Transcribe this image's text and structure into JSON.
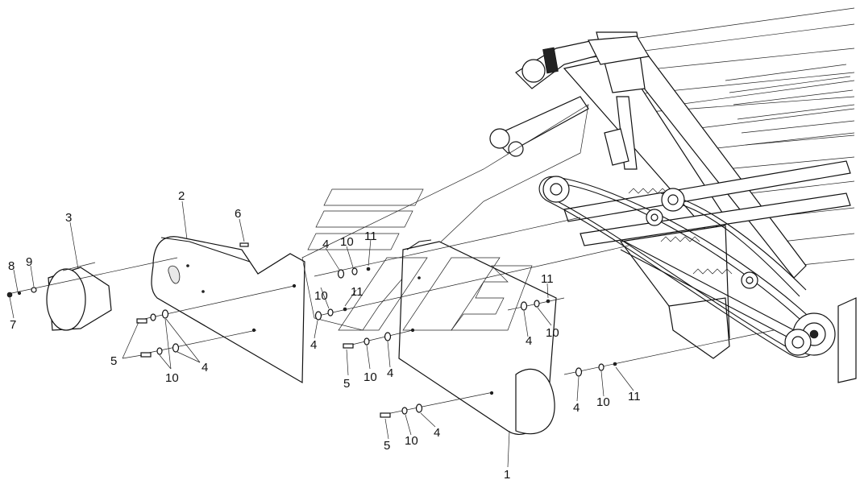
{
  "callouts": [
    {
      "id": "c1",
      "text": "1"
    },
    {
      "id": "c2",
      "text": "2"
    },
    {
      "id": "c3",
      "text": "3"
    },
    {
      "id": "c4a",
      "text": "4"
    },
    {
      "id": "c4b",
      "text": "4"
    },
    {
      "id": "c4c",
      "text": "4"
    },
    {
      "id": "c4d",
      "text": "4"
    },
    {
      "id": "c4e",
      "text": "4"
    },
    {
      "id": "c4f",
      "text": "4"
    },
    {
      "id": "c4g",
      "text": "4"
    },
    {
      "id": "c5a",
      "text": "5"
    },
    {
      "id": "c5b",
      "text": "5"
    },
    {
      "id": "c5c",
      "text": "5"
    },
    {
      "id": "c6",
      "text": "6"
    },
    {
      "id": "c7",
      "text": "7"
    },
    {
      "id": "c8",
      "text": "8"
    },
    {
      "id": "c9",
      "text": "9"
    },
    {
      "id": "c10a",
      "text": "10"
    },
    {
      "id": "c10b",
      "text": "10"
    },
    {
      "id": "c10c",
      "text": "10"
    },
    {
      "id": "c10d",
      "text": "10"
    },
    {
      "id": "c10e",
      "text": "10"
    },
    {
      "id": "c10f",
      "text": "10"
    },
    {
      "id": "c10g",
      "text": "10"
    },
    {
      "id": "c11a",
      "text": "11"
    },
    {
      "id": "c11b",
      "text": "11"
    },
    {
      "id": "c11c",
      "text": "11"
    },
    {
      "id": "c11d",
      "text": "11"
    }
  ]
}
